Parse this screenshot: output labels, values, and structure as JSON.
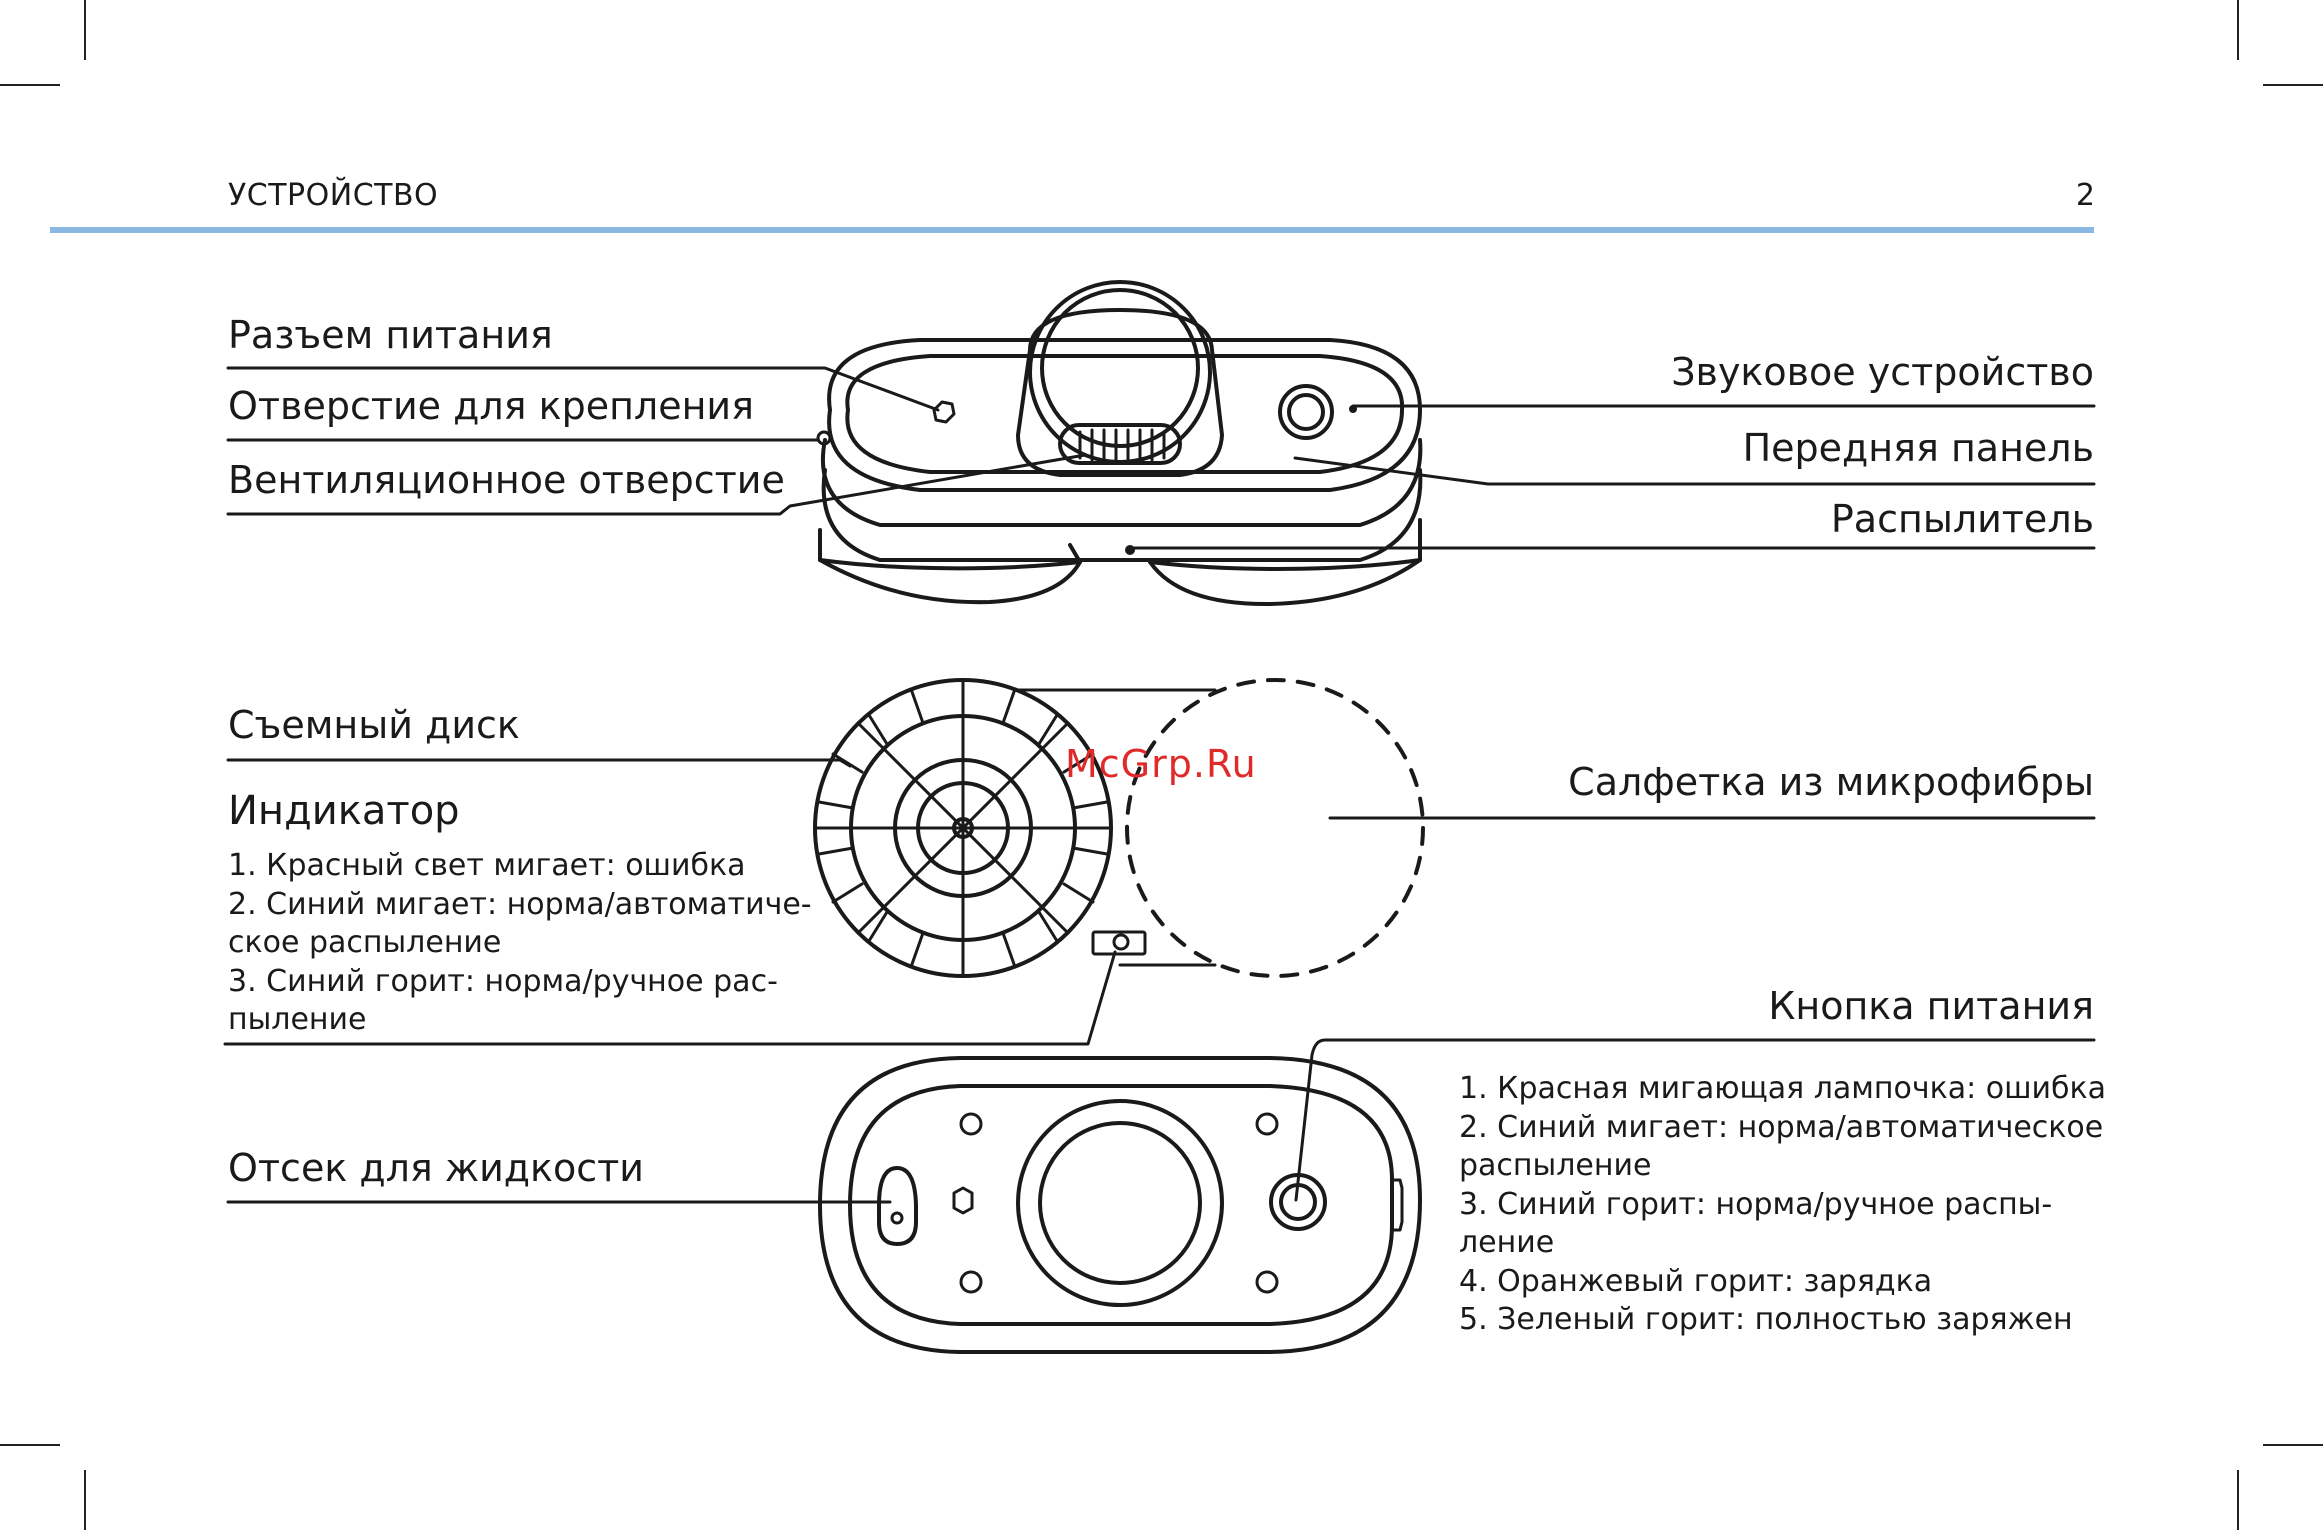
{
  "header": {
    "title": "УСТРОЙСТВО",
    "page_number": "2"
  },
  "watermark": "McGrp.Ru",
  "top_view": {
    "left_labels": [
      "Разъем питания",
      "Отверстие для крепления",
      "Вентиляционное отверстие"
    ],
    "right_labels": [
      "Звуковое устройство",
      "Передняя панель",
      "Распылитель"
    ]
  },
  "disk_section": {
    "disk_label": "Съемный диск",
    "cloth_label": "Салфетка из микрофибры",
    "indicator_title": "Индикатор",
    "indicator_lines": [
      "1. Красный свет мигает: ошибка",
      "2. Синий мигает: норма/автоматиче-",
      "ское распыление",
      "3. Синий горит: норма/ручное рас-",
      "пыление"
    ]
  },
  "bottom_view": {
    "tank_label": "Отсек для жидкости",
    "power_title": "Кнопка питания",
    "power_lines": [
      "1. Красная мигающая лампочка: ошибка",
      "2. Синий мигает: норма/автоматическое",
      "распыление",
      "3. Синий горит: норма/ручное распы-",
      "ление",
      "4. Оранжевый горит: зарядка",
      "5. Зеленый горит: полностью заряжен"
    ]
  },
  "colors": {
    "header_rule": "#8ab8e3",
    "watermark": "#e02a2a",
    "line": "#1a1a1a"
  }
}
